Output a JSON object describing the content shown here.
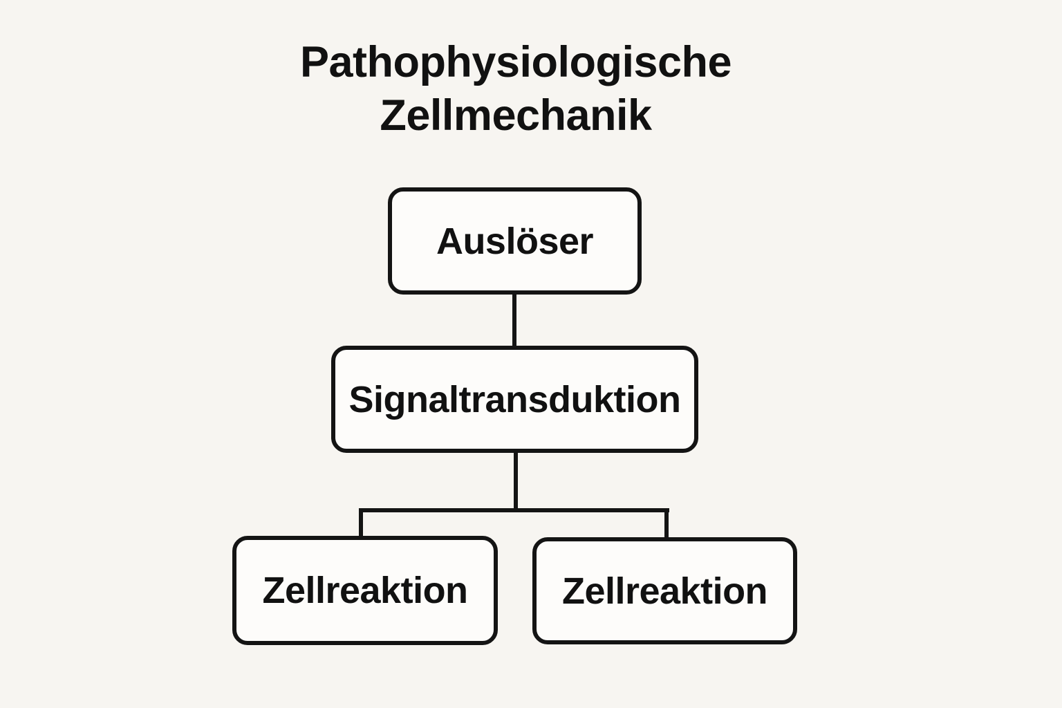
{
  "title": {
    "line1": "Pathophysiologische",
    "line2": "Zellmechanik"
  },
  "diagram": {
    "nodes": [
      {
        "id": "ausloeser",
        "label": "Auslöser"
      },
      {
        "id": "signaltransduktion",
        "label": "Signaltransduktion"
      },
      {
        "id": "zellreaktion-left",
        "label": "Zellreaktion"
      },
      {
        "id": "zellreaktion-right",
        "label": "Zellreaktion"
      }
    ]
  },
  "colors": {
    "background": "#f7f5f1",
    "node_fill": "#fdfcfa",
    "stroke": "#141414",
    "text": "#111111"
  }
}
